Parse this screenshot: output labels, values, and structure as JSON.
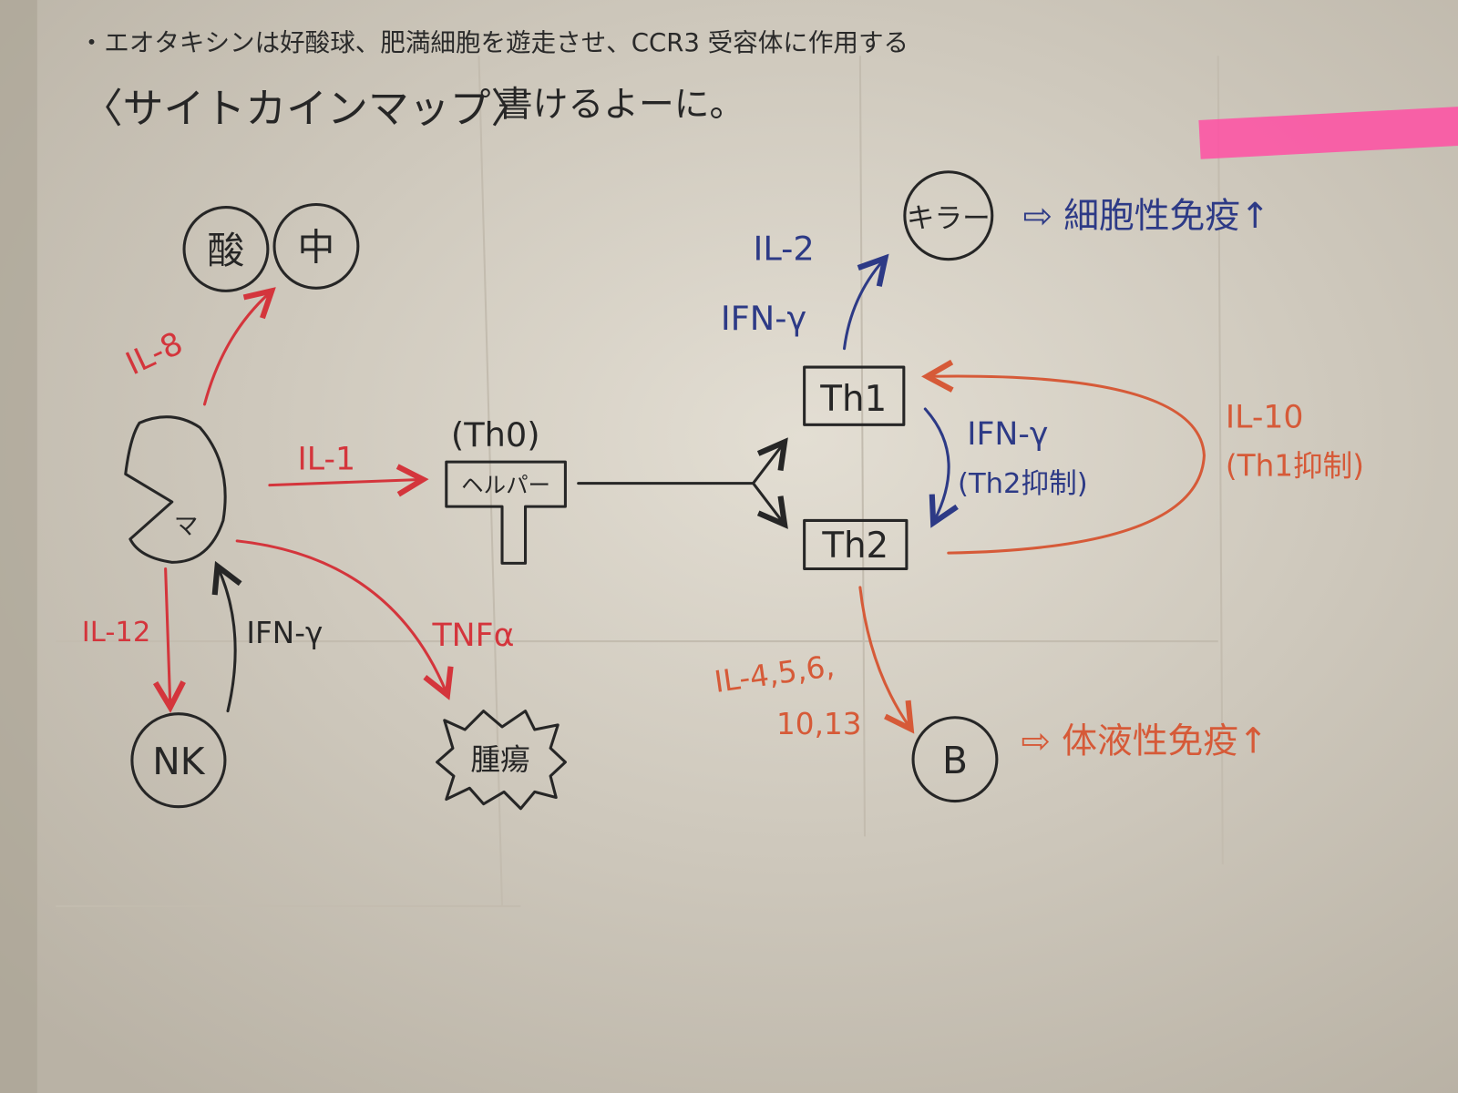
{
  "printed_note": "・エオタキシンは好酸球、肥満細胞を遊走させ、CCR3 受容体に作用する",
  "heading": {
    "title": "〈サイトカインマップ〉",
    "memo": "書けるよーに。"
  },
  "cells": {
    "eosinophil": "酸",
    "neutrophil": "中",
    "macrophage": "マ",
    "th0": "(Th0)",
    "helper": "ヘルパー",
    "nk": "NK",
    "tumor": "腫瘍",
    "th1": "Th1",
    "th2": "Th2",
    "killer": "キラー",
    "b": "B"
  },
  "labels": {
    "il8": "IL-8",
    "il1": "IL-1",
    "il12": "IL-12",
    "ifn_macro": "IFN-γ",
    "tnf": "TNFα",
    "il2": "IL-2",
    "ifn_killer": "IFN-γ",
    "ifn_th": "IFN-γ",
    "th2_inhibit": "(Th2抑制)",
    "il10": "IL-10",
    "th1_inhibit": "(Th1抑制)",
    "il_b_1": "IL-4,5,6,",
    "il_b_2": "10,13"
  },
  "outcomes": {
    "cellular": "⇨ 細胞性免疫↑",
    "humoral": "⇨ 体液性免疫↑"
  },
  "colors": {
    "ink_black": "#262626",
    "ink_red": "#d4353c",
    "ink_orange": "#d65a38",
    "ink_blue": "#2d3a86",
    "highlighter": "#ff4fa3",
    "paper": "#d8d2c6"
  }
}
